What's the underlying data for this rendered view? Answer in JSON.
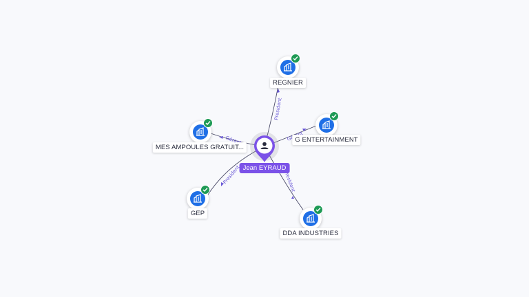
{
  "center": {
    "name": "Jean EYRAUD",
    "icon": "person-icon"
  },
  "companies": [
    {
      "id": "regnier",
      "name": "REGNIER",
      "relation": "President",
      "icon": "building-icon",
      "verified": true
    },
    {
      "id": "g-entertainment",
      "name": "G ENTERTAINMENT",
      "relation": "Gérant",
      "icon": "building-icon",
      "verified": true
    },
    {
      "id": "mes-ampoules",
      "name": "MES AMPOULES GRATUIT...",
      "relation": "Gérant",
      "icon": "building-icon",
      "verified": true
    },
    {
      "id": "gep",
      "name": "GEP",
      "relation": "President",
      "icon": "building-icon",
      "verified": true
    },
    {
      "id": "dda-industries",
      "name": "DDA INDUSTRIES",
      "relation": "President",
      "icon": "building-icon",
      "verified": true
    }
  ],
  "colors": {
    "company": "#1f6fe6",
    "verified": "#1e9a55",
    "person": "#7b52e8",
    "relation": "#6b5ad6"
  }
}
